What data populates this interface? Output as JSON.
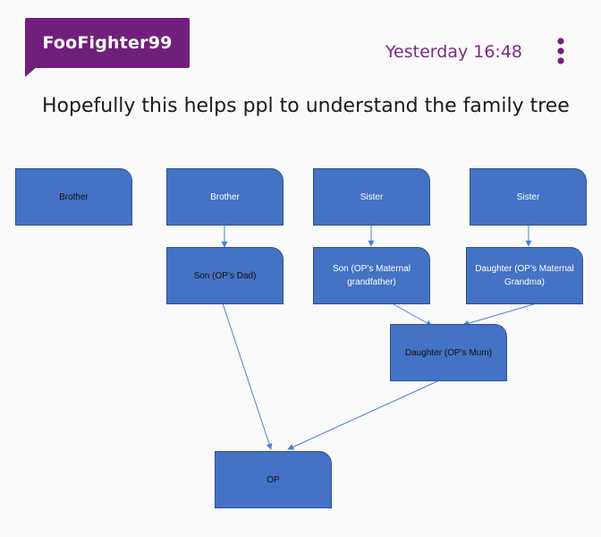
{
  "post": {
    "username": "FooFighter99",
    "timestamp": "Yesterday 16:48",
    "menu_icon": "more-vertical-icon",
    "text": "Hopefully this helps ppl to understand the family tree"
  },
  "colors": {
    "badge": "#711f7c",
    "timestamp": "#7a2b85",
    "node_fill": "#4472c4",
    "node_border": "#2f528f",
    "connector": "#4a7fd1"
  },
  "tree": {
    "nodes": {
      "brother_1": "Brother",
      "brother_2": "Brother",
      "sister_1": "Sister",
      "sister_2": "Sister",
      "son_dad": "Son (OP’s Dad)",
      "son_grandfather": "Son (OP’s Maternal grandfather)",
      "daughter_grandma": "Daughter (OP’s Maternal Grandma)",
      "daughter_mum": "Daughter (OP’s Mum)",
      "op": "OP"
    }
  }
}
